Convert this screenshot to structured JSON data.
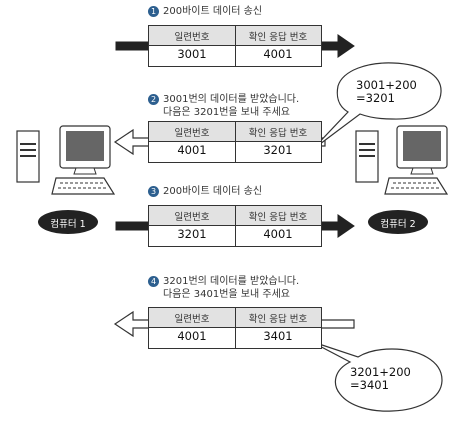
{
  "steps": [
    {
      "number": "1",
      "lines": [
        "200바이트 데이터 송신"
      ]
    },
    {
      "number": "2",
      "lines": [
        "3001번의 데이터를 받았습니다.",
        "다음은 3201번을 보내 주세요"
      ]
    },
    {
      "number": "3",
      "lines": [
        "200바이트 데이터 송신"
      ]
    },
    {
      "number": "4",
      "lines": [
        "3201번의 데이터를 받았습니다.",
        "다음은 3401번을 보내 주세요"
      ]
    }
  ],
  "packet_headers": {
    "seq": "일련번호",
    "ack": "확인 응답 번호"
  },
  "packets": [
    {
      "seq_header": "일련번호",
      "ack_header": "확인 응답 번호",
      "seq": "3001",
      "ack": "4001",
      "direction": "right",
      "arrow_color": "black"
    },
    {
      "seq_header": "일련번호",
      "ack_header": "확인 응답 번호",
      "seq": "4001",
      "ack": "3201",
      "direction": "left",
      "arrow_color": "white"
    },
    {
      "seq_header": "일련번호",
      "ack_header": "확인 응답 번호",
      "seq": "3201",
      "ack": "4001",
      "direction": "right",
      "arrow_color": "black"
    },
    {
      "seq_header": "일련번호",
      "ack_header": "확인 응답 번호",
      "seq": "4001",
      "ack": "3401",
      "direction": "left",
      "arrow_color": "white"
    }
  ],
  "bubbles": [
    {
      "lines": [
        "3001+200",
        "=3201"
      ]
    },
    {
      "lines": [
        "3201+200",
        "=3401"
      ]
    }
  ],
  "computers": [
    {
      "label": "컴퓨터 1",
      "icon": "desktop-computer-icon"
    },
    {
      "label": "컴퓨터 2",
      "icon": "desktop-computer-icon"
    }
  ],
  "colors": {
    "step_badge": "#2d5f8f",
    "header_fill": "#e2e2e2",
    "label_pill": "#222222"
  }
}
